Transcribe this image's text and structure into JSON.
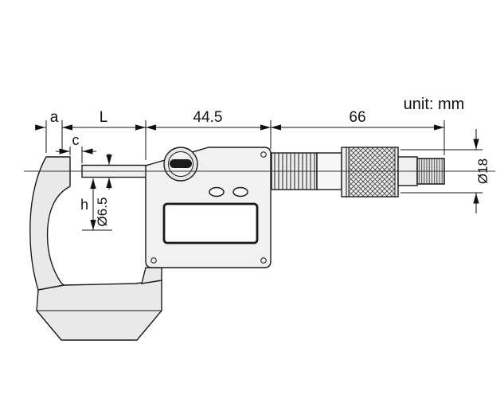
{
  "annotation": {
    "unit_note": "unit: mm"
  },
  "dimensions": {
    "a": "a",
    "L": "L",
    "c": "c",
    "h": "h",
    "body_length": "44.5",
    "sleeve_length": "66",
    "spindle_diameter": "Ø6.5",
    "thimble_diameter": "Ø18"
  },
  "colors": {
    "outline": "#1a1a1a",
    "frame_fill": "#e9e9e9",
    "body_fill": "#f1f1f1",
    "display_fill": "#ffffff",
    "slot_fill": "#1a1a1a",
    "background": "#ffffff"
  }
}
